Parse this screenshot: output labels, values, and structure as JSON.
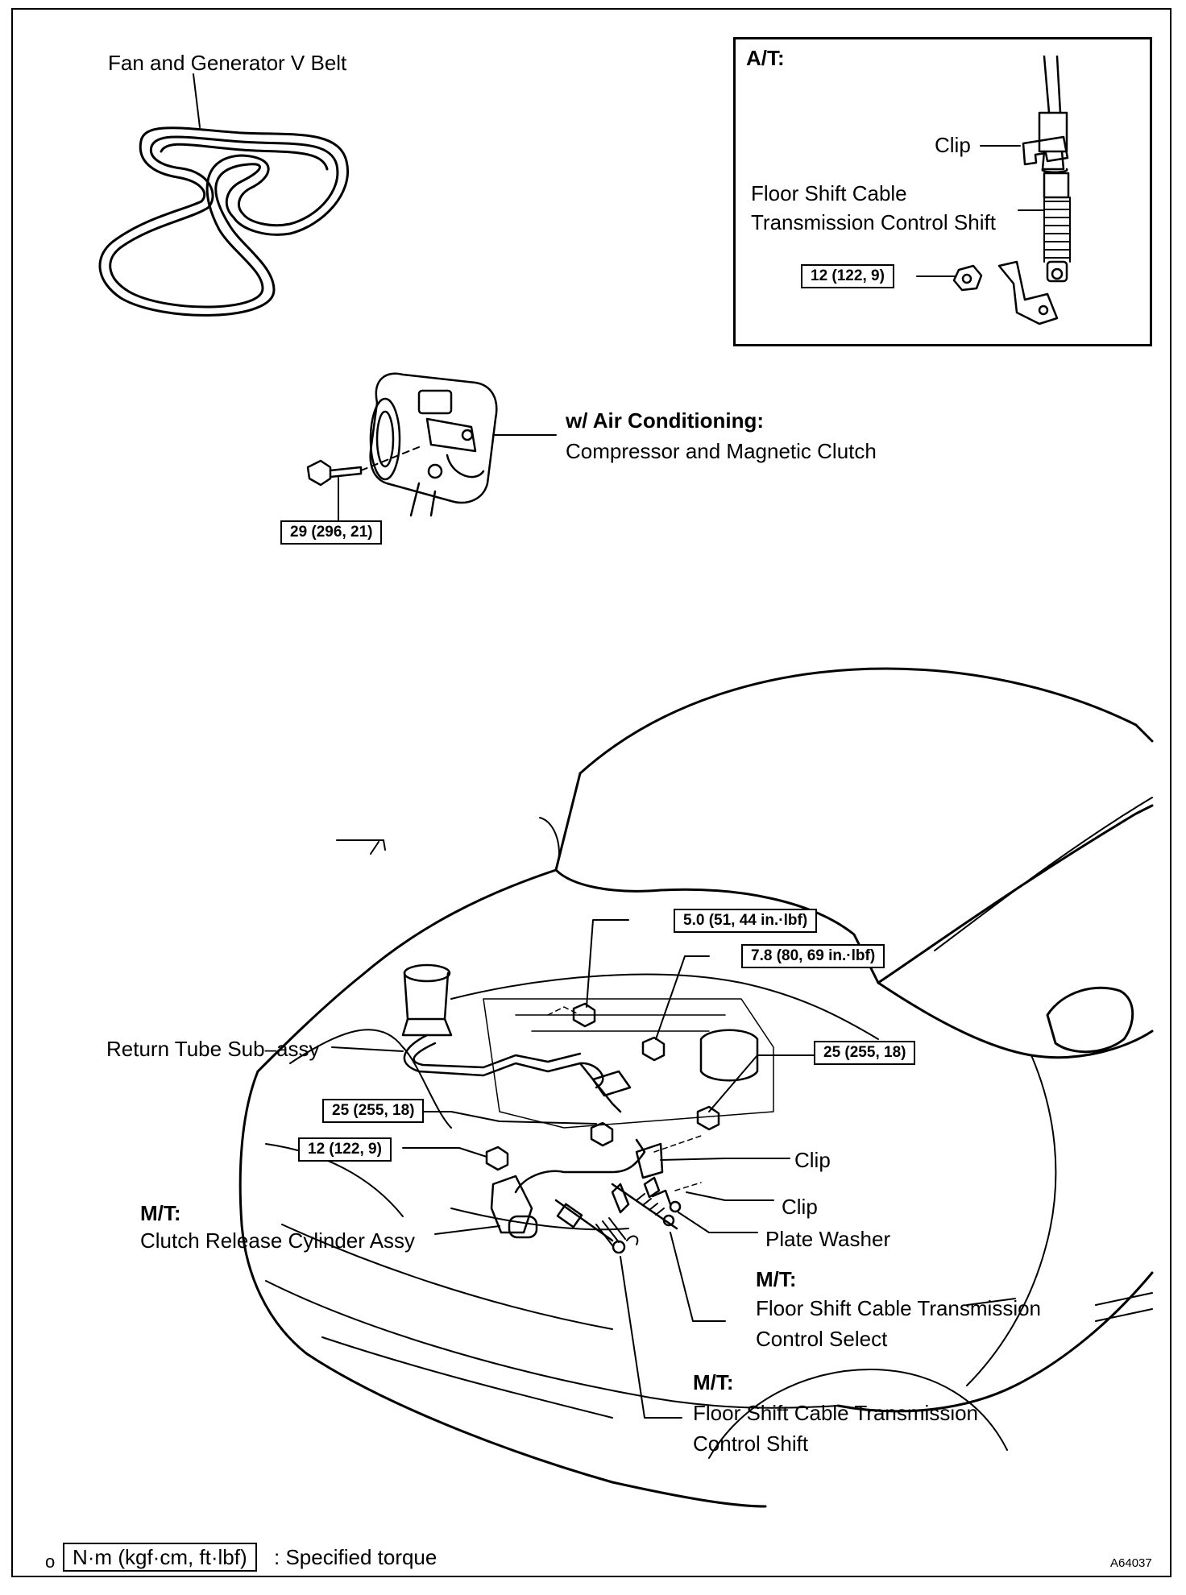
{
  "belt": {
    "label": "Fan and Generator V Belt"
  },
  "inset": {
    "title": "A/T:",
    "clip": "Clip",
    "cable_line1": "Floor Shift Cable",
    "cable_line2": "Transmission Control Shift",
    "torque": "12 (122, 9)"
  },
  "compressor": {
    "line1": "w/ Air Conditioning:",
    "line2": "Compressor and Magnetic Clutch",
    "torque": "29 (296, 21)"
  },
  "engine": {
    "torque_5_0": "5.0 (51, 44 in.·lbf)",
    "torque_7_8": "7.8 (80, 69 in.·lbf)",
    "torque_25_right": "25 (255, 18)",
    "torque_25_left": "25 (255, 18)",
    "torque_12": "12 (122, 9)",
    "return_tube": "Return Tube Sub–assy",
    "clip_1": "Clip",
    "clip_2": "Clip",
    "plate_washer": "Plate Washer",
    "mt_clutch_title": "M/T:",
    "mt_clutch_label": "Clutch Release Cylinder Assy",
    "mt_select_title": "M/T:",
    "mt_select_line1": "Floor Shift Cable Transmission",
    "mt_select_line2": "Control Select",
    "mt_shift_title": "M/T:",
    "mt_shift_line1": "Floor Shift Cable Transmission",
    "mt_shift_line2": "Control Shift"
  },
  "legend": {
    "mark": "o",
    "unit": "N·m (kgf·cm, ft·lbf)",
    "text": ": Specified torque"
  },
  "figure_id": "A64037"
}
